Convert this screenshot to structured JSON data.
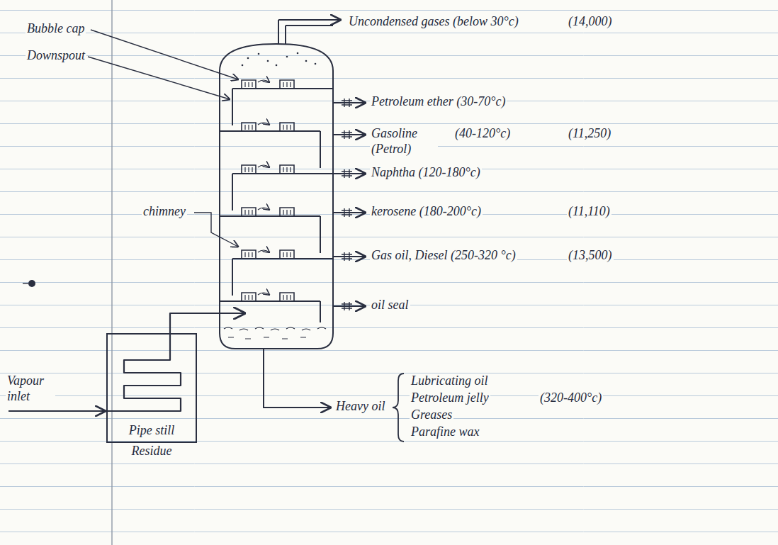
{
  "diagram": {
    "nodes": [
      {
        "text": [
          "Pipe still",
          "Residue"
        ]
      }
    ],
    "labels": [
      "Uncondensed gases (below 30°c)",
      "(14,000)",
      "Bubble cap",
      "Downspout",
      "Petroleum ether (30-70°c)",
      "Gasoline (Petrol)",
      "(40-120°c)",
      "(11,250)",
      "Naphtha (120-180°c)",
      "chimney",
      "kerosene (180-200°c)",
      "(11,110)",
      "Gas oil, Diesel (250-320 °c)",
      "(13,500)",
      "oil seal",
      "Vapour inlet",
      "Heavy oil",
      "Lubricating oil",
      "Petroleum jelly",
      "(320-400°c)",
      "Greases",
      "Parafine wax"
    ]
  }
}
